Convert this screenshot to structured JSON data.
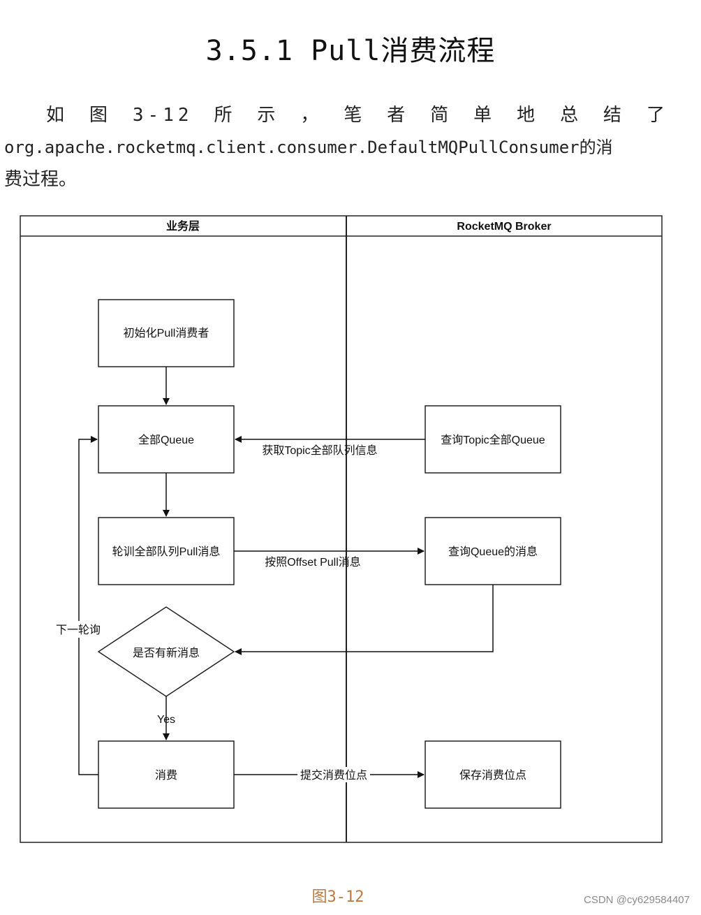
{
  "section_title": "3.5.1 Pull消费流程",
  "intro": {
    "line1": "如图3-12所示，笔者简单地总结了",
    "line2": "org.apache.rocketmq.client.consumer.DefaultMQPullConsumer的消",
    "line3": "费过程。"
  },
  "diagram": {
    "lane_business": "业务层",
    "lane_broker": "RocketMQ Broker",
    "node_init": "初始化Pull消费者",
    "node_all_queue": "全部Queue",
    "node_poll": "轮训全部队列Pull消息",
    "node_decision": "是否有新消息",
    "node_consume": "消费",
    "node_query_topic": "查询Topic全部Queue",
    "node_query_msg": "查询Queue的消息",
    "node_save_offset": "保存消费位点",
    "edge_get_topic_info": "获取Topic全部队列信息",
    "edge_pull_by_offset": "按照Offset Pull消息",
    "edge_yes": "Yes",
    "edge_next_round": "下一轮询",
    "edge_commit_offset": "提交消费位点"
  },
  "caption": "图3-12",
  "watermark": "CSDN @cy629584407"
}
